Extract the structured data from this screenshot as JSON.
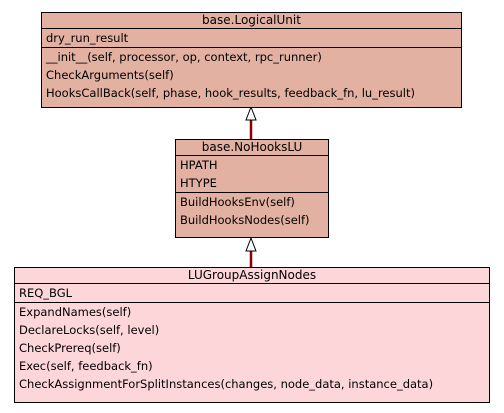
{
  "classes": {
    "logical_unit": {
      "name": "base.LogicalUnit",
      "attributes": [
        "dry_run_result"
      ],
      "methods": [
        "__init__(self, processor, op, context, rpc_runner)",
        "CheckArguments(self)",
        "HooksCallBack(self, phase, hook_results, feedback_fn, lu_result)"
      ]
    },
    "no_hooks_lu": {
      "name": "base.NoHooksLU",
      "attributes": [
        "HPATH",
        "HTYPE"
      ],
      "methods": [
        "BuildHooksEnv(self)",
        "BuildHooksNodes(self)"
      ]
    },
    "lu_group_assign_nodes": {
      "name": "LUGroupAssignNodes",
      "attributes": [
        "REQ_BGL"
      ],
      "methods": [
        "ExpandNames(self)",
        "DeclareLocks(self, level)",
        "CheckPrereq(self)",
        "Exec(self, feedback_fn)",
        "CheckAssignmentForSplitInstances(changes, node_data, instance_data)"
      ]
    }
  },
  "colors": {
    "parent_fill": "#e3b1a2",
    "child_fill": "#fdd6d9",
    "arrow": "#8b0000"
  }
}
